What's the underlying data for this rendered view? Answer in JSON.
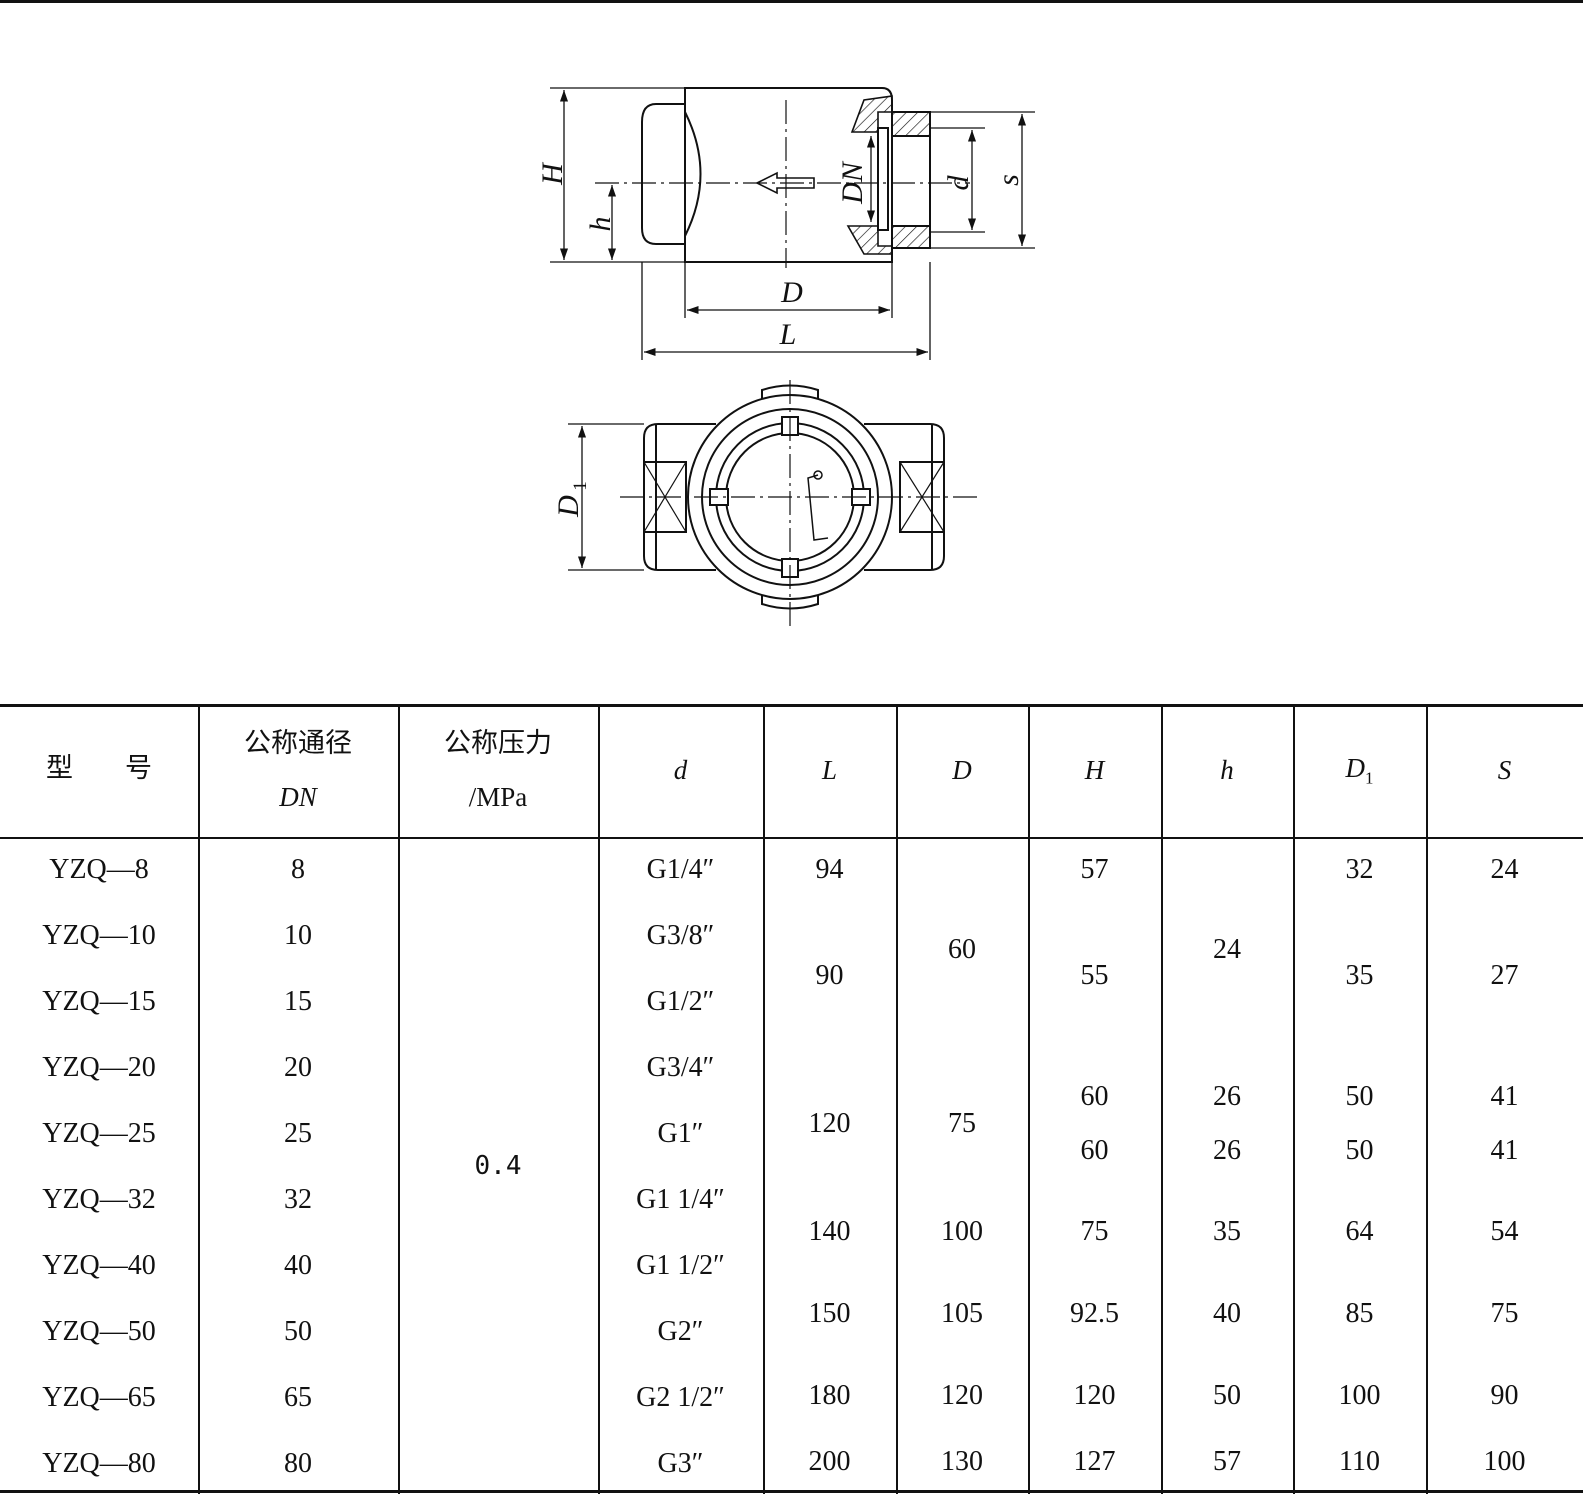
{
  "drawing": {
    "labels": {
      "H": "H",
      "h": "h",
      "DN": "DN",
      "d": "d",
      "s": "s",
      "D": "D",
      "L": "L",
      "D1_main": "D",
      "D1_sub": "1"
    }
  },
  "table": {
    "headers": {
      "model_a": "型",
      "model_b": "号",
      "dn_line1": "公称通径",
      "dn_line2": "DN",
      "pn_line1": "公称压力",
      "pn_line2": "/MPa",
      "d": "d",
      "L": "L",
      "D": "D",
      "H": "H",
      "h": "h",
      "D1_main": "D",
      "D1_sub": "1",
      "S": "S"
    },
    "models": [
      "YZQ—8",
      "YZQ—10",
      "YZQ—15",
      "YZQ—20",
      "YZQ—25",
      "YZQ—32",
      "YZQ—40",
      "YZQ—50",
      "YZQ—65",
      "YZQ—80"
    ],
    "dn": [
      "8",
      "10",
      "15",
      "20",
      "25",
      "32",
      "40",
      "50",
      "65",
      "80"
    ],
    "pressure": "0.4",
    "thread": [
      "G1/4″",
      "G3/8″",
      "G1/2″",
      "G3/4″",
      "G1″",
      "G1 1/4″",
      "G1 1/2″",
      "G2″",
      "G2 1/2″",
      "G3″"
    ],
    "L": [
      "94",
      "90",
      "120",
      "140",
      "150",
      "180",
      "200"
    ],
    "D": [
      "60",
      "75",
      "100",
      "105",
      "120",
      "130"
    ],
    "H": [
      "57",
      "55",
      "60",
      "60",
      "75",
      "92.5",
      "120",
      "127"
    ],
    "h": [
      "24",
      "26",
      "26",
      "35",
      "40",
      "50",
      "57"
    ],
    "D1": [
      "32",
      "35",
      "50",
      "50",
      "64",
      "85",
      "100",
      "110"
    ],
    "S": [
      "24",
      "27",
      "41",
      "41",
      "54",
      "75",
      "90",
      "100"
    ]
  }
}
